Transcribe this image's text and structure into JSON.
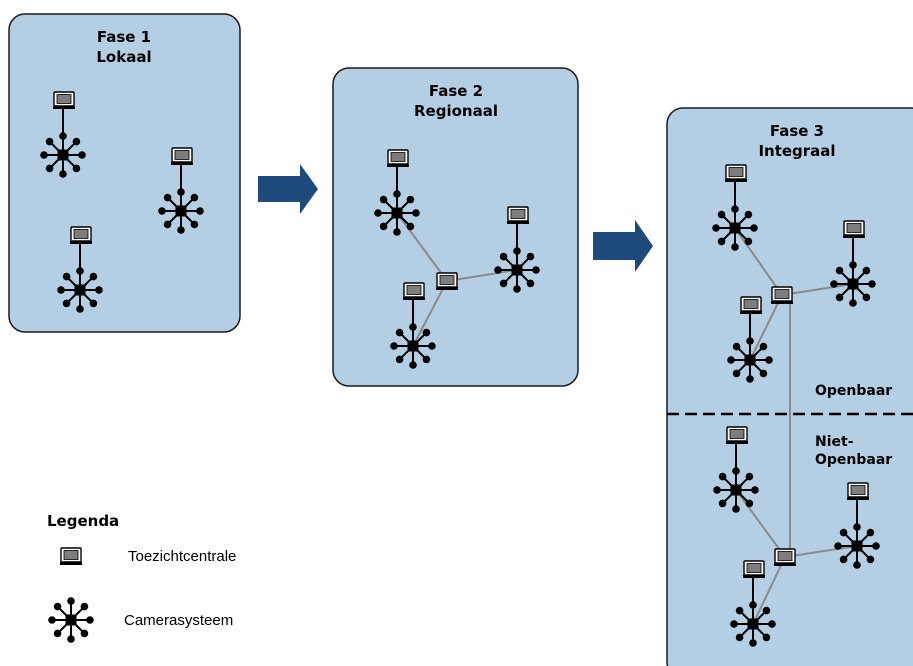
{
  "phases": [
    {
      "title_line1": "Fase 1",
      "title_line2": "Lokaal"
    },
    {
      "title_line1": "Fase 2",
      "title_line2": "Regionaal"
    },
    {
      "title_line1": "Fase 3",
      "title_line2": "Integraal"
    }
  ],
  "zones": {
    "public": "Openbaar",
    "private_line1": "Niet-",
    "private_line2": "Openbaar"
  },
  "legend": {
    "title": "Legenda",
    "monitor_label": "Toezichtcentrale",
    "camera_label": "Camerasysteem"
  },
  "icons": {
    "arrow": "arrow-right-icon",
    "monitor": "monitor-icon",
    "camera_system": "camera-network-icon"
  },
  "colors": {
    "panel_fill": "#b4cfe4",
    "arrow": "#1e4b7c",
    "link_line": "#8a8a8a"
  }
}
